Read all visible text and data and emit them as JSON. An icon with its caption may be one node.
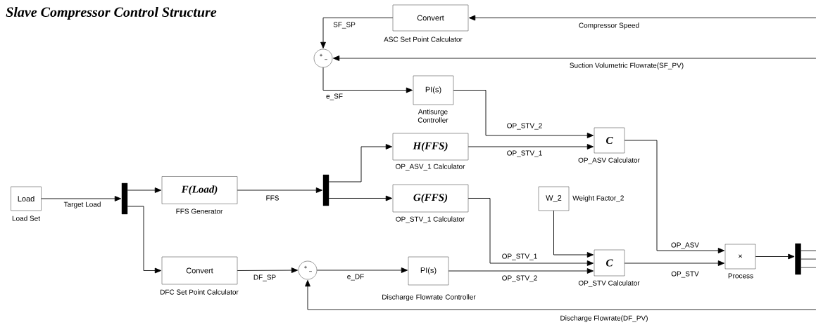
{
  "diagram": {
    "title": "Slave Compressor Control Structure",
    "nodes": [
      {
        "text": [
          "Convert"
        ],
        "beside": [
          "ASC Set Point Calculator"
        ]
      },
      {
        "text": [
          "+",
          "−"
        ]
      },
      {
        "text": [
          "PI(s)"
        ],
        "beside": [
          "Antisurge Controller"
        ]
      },
      {
        "text": [
          "H(FFS)"
        ],
        "beside": [
          "OP_ASV_1 Calculator"
        ]
      },
      {
        "text": [
          "C"
        ],
        "beside": [
          "OP_ASV Calculator"
        ]
      },
      {
        "text": [
          "Load"
        ],
        "beside": [
          "Load Set"
        ]
      },
      {
        "text": [],
        "shape": "bar"
      },
      {
        "text": [
          "F(Load)"
        ],
        "beside": [
          "FFS Generator"
        ]
      },
      {
        "text": [],
        "shape": "bar"
      },
      {
        "text": [
          "G(FFS)"
        ],
        "beside": [
          "OP_STV_1 Calculator"
        ]
      },
      {
        "text": [
          "W_2"
        ],
        "beside": [
          "Weight Factor_2"
        ]
      },
      {
        "text": [
          "Convert"
        ],
        "beside": [
          "DFC Set Point Calculator"
        ]
      },
      {
        "text": [
          "+",
          "−"
        ]
      },
      {
        "text": [
          "PI(s)"
        ],
        "beside": [
          "Discharge Flowrate Controller"
        ]
      },
      {
        "text": [
          "C"
        ],
        "beside": [
          "OP_STV Calculator"
        ]
      },
      {
        "text": [
          "×"
        ],
        "beside": [
          "Process"
        ]
      },
      {
        "text": [],
        "shape": "bar"
      }
    ],
    "edges": [
      {
        "from": null,
        "to": 0,
        "arrow": "to",
        "label": "Compressor Speed"
      },
      {
        "from": 0,
        "to": 1,
        "arrow": "to",
        "label": "SF_SP"
      },
      {
        "from": null,
        "to": 1,
        "arrow": "to",
        "label": "Suction Volumetric Flowrate(SF_PV)"
      },
      {
        "from": 1,
        "to": 2,
        "arrow": "to",
        "label": "e_SF"
      },
      {
        "from": 2,
        "to": 4,
        "arrow": "to",
        "label": "OP_STV_2"
      },
      {
        "from": 3,
        "to": 4,
        "arrow": "to",
        "label": "OP_STV_1"
      },
      {
        "from": 5,
        "to": 6,
        "arrow": "to",
        "label": "Target Load"
      },
      {
        "from": 6,
        "to": 7,
        "arrow": "to"
      },
      {
        "from": 7,
        "to": 8,
        "arrow": "to",
        "label": "FFS"
      },
      {
        "from": 8,
        "to": 3,
        "arrow": "to"
      },
      {
        "from": 8,
        "to": 9,
        "arrow": "to"
      },
      {
        "from": 6,
        "to": 11,
        "arrow": "to"
      },
      {
        "from": 11,
        "to": 12,
        "arrow": "to",
        "label": "DF_SP"
      },
      {
        "from": 12,
        "to": 13,
        "arrow": "to",
        "label": "e_DF"
      },
      {
        "from": null,
        "to": 12,
        "arrow": "to",
        "label": "Discharge Flowrate(DF_PV)"
      },
      {
        "from": 9,
        "to": 14,
        "arrow": "to",
        "label": "OP_STV_1"
      },
      {
        "from": 10,
        "to": 14,
        "arrow": "to"
      },
      {
        "from": 13,
        "to": 14,
        "arrow": "to",
        "label": "OP_STV_2"
      },
      {
        "from": 4,
        "to": 15,
        "arrow": "to",
        "label": "OP_ASV"
      },
      {
        "from": 14,
        "to": 15,
        "arrow": "to",
        "label": "OP_STV"
      },
      {
        "from": 15,
        "to": 16,
        "arrow": "to"
      },
      {
        "from": 16,
        "to": null,
        "arrow": "none"
      },
      {
        "from": 16,
        "to": null,
        "arrow": "none"
      },
      {
        "from": 16,
        "to": null,
        "arrow": "none"
      }
    ]
  }
}
